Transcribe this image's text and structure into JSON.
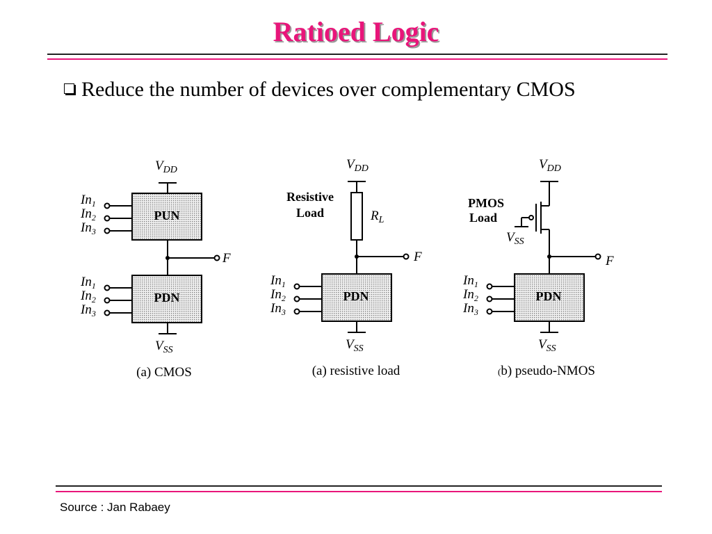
{
  "slide": {
    "title": "Ratioed Logic",
    "bullet": "Reduce the number of devices over complementary CMOS",
    "source": "Source : Jan Rabaey"
  },
  "colors": {
    "title": "#e8157a",
    "rule_dark": "#222222",
    "rule_pink": "#e8157a",
    "block_fill": "#d4d4d4"
  },
  "diagrams": {
    "cmos": {
      "vdd": "V",
      "vdd_sub": "DD",
      "vss": "V",
      "vss_sub": "SS",
      "pun": "PUN",
      "pdn": "PDN",
      "out": "F",
      "pun_inputs": [
        {
          "base": "In",
          "sub": "1"
        },
        {
          "base": "In",
          "sub": "2"
        },
        {
          "base": "In",
          "sub": "3"
        }
      ],
      "pdn_inputs": [
        {
          "base": "In",
          "sub": "1"
        },
        {
          "base": "In",
          "sub": "2"
        },
        {
          "base": "In",
          "sub": "3"
        }
      ],
      "caption": "(a) CMOS"
    },
    "resistive": {
      "vdd": "V",
      "vdd_sub": "DD",
      "vss": "V",
      "vss_sub": "SS",
      "load_line1": "Resistive",
      "load_line2": "Load",
      "rl": "R",
      "rl_sub": "L",
      "pdn": "PDN",
      "out": "F",
      "inputs": [
        {
          "base": "In",
          "sub": "1"
        },
        {
          "base": "In",
          "sub": "2"
        },
        {
          "base": "In",
          "sub": "3"
        }
      ],
      "caption": "(a) resistive load"
    },
    "pseudo": {
      "vdd": "V",
      "vdd_sub": "DD",
      "vss": "V",
      "vss_sub": "SS",
      "gate_vss": "V",
      "gate_vss_sub": "SS",
      "load_line1": "PMOS",
      "load_line2": "Load",
      "pdn": "PDN",
      "out": "F",
      "inputs": [
        {
          "base": "In",
          "sub": "1"
        },
        {
          "base": "In",
          "sub": "2"
        },
        {
          "base": "In",
          "sub": "3"
        }
      ],
      "caption_small": "(",
      "caption_rest": "b) pseudo-NMOS"
    }
  }
}
